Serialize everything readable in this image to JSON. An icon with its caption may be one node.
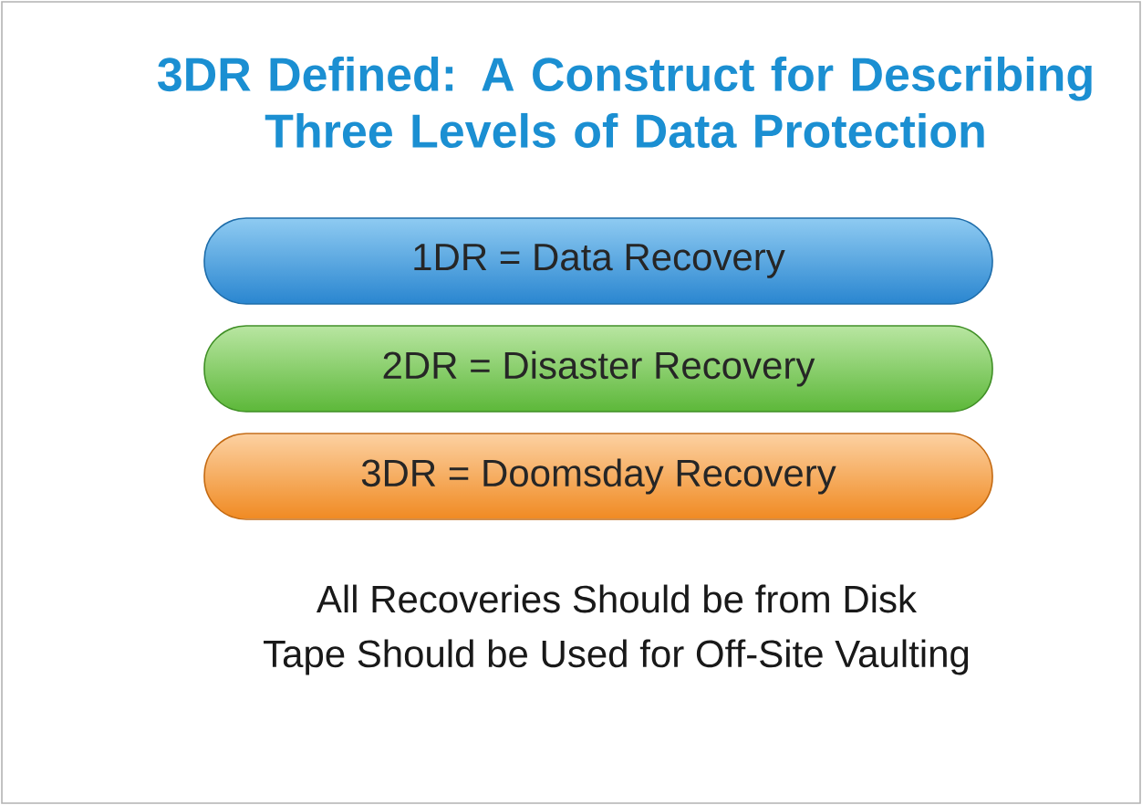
{
  "diagram": {
    "title": "3DR Defined: A Construct for Describing Three Levels of Data Protection",
    "nodes": [
      {
        "text": [
          "1DR = Data Recovery"
        ]
      },
      {
        "text": [
          "2DR = Disaster Recovery"
        ]
      },
      {
        "text": [
          "3DR = Doomsday Recovery"
        ]
      }
    ],
    "labels": [
      "All Recoveries Should be from Disk",
      "Tape Should be Used for Off-Site Vaulting"
    ]
  }
}
